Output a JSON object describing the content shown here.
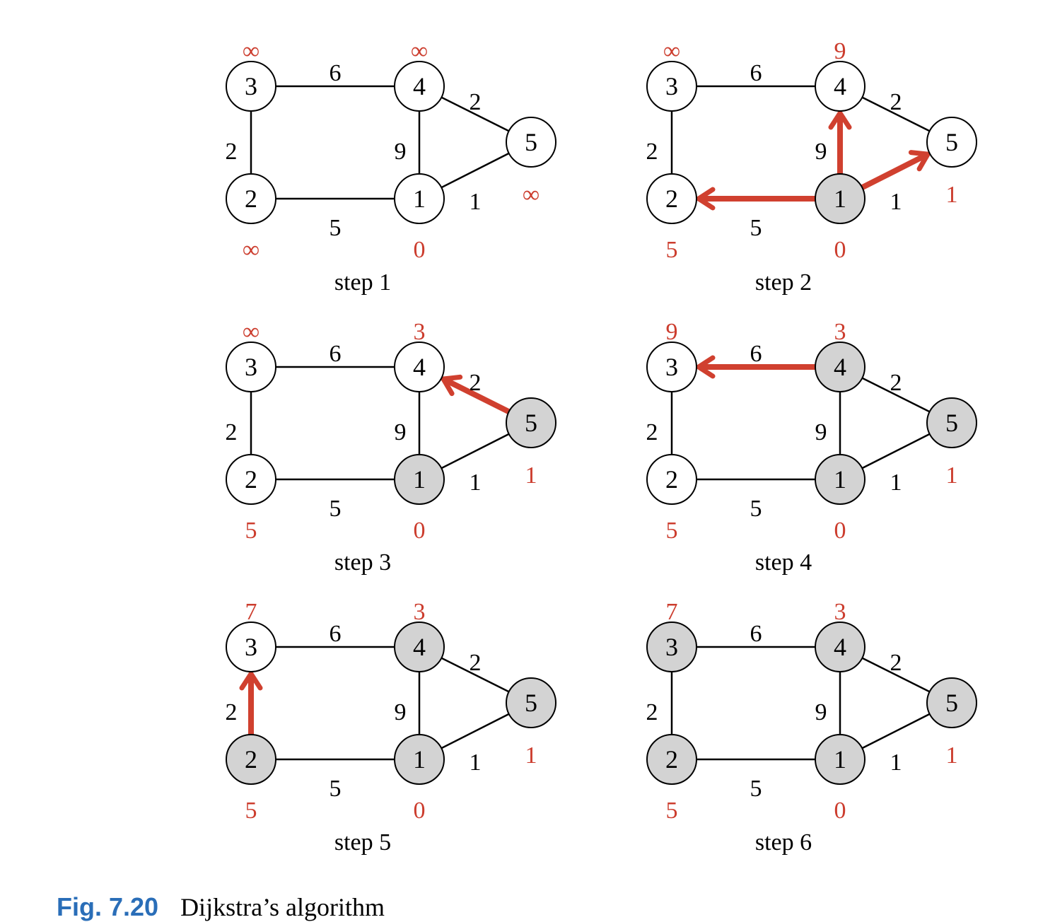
{
  "colors": {
    "visited_fill": "#d3d3d3",
    "unvisited_fill": "#ffffff",
    "accent_red": "#cc3d2e",
    "caption_blue": "#2a6eb8"
  },
  "graph": {
    "nodes": [
      "1",
      "2",
      "3",
      "4",
      "5"
    ],
    "edges": [
      {
        "from": "3",
        "to": "4",
        "weight": "6"
      },
      {
        "from": "3",
        "to": "2",
        "weight": "2"
      },
      {
        "from": "2",
        "to": "1",
        "weight": "5"
      },
      {
        "from": "4",
        "to": "1",
        "weight": "9"
      },
      {
        "from": "4",
        "to": "5",
        "weight": "2"
      },
      {
        "from": "1",
        "to": "5",
        "weight": "1"
      }
    ]
  },
  "steps": [
    {
      "caption": "step 1",
      "visited": [],
      "distances": {
        "1": "0",
        "2": "∞",
        "3": "∞",
        "4": "∞",
        "5": "∞"
      },
      "arrows": []
    },
    {
      "caption": "step 2",
      "visited": [
        "1"
      ],
      "distances": {
        "1": "0",
        "2": "5",
        "3": "∞",
        "4": "9",
        "5": "1"
      },
      "arrows": [
        {
          "from": "1",
          "to": "2"
        },
        {
          "from": "1",
          "to": "4"
        },
        {
          "from": "1",
          "to": "5"
        }
      ]
    },
    {
      "caption": "step 3",
      "visited": [
        "1",
        "5"
      ],
      "distances": {
        "1": "0",
        "2": "5",
        "3": "∞",
        "4": "3",
        "5": "1"
      },
      "arrows": [
        {
          "from": "5",
          "to": "4"
        }
      ]
    },
    {
      "caption": "step 4",
      "visited": [
        "1",
        "4",
        "5"
      ],
      "distances": {
        "1": "0",
        "2": "5",
        "3": "9",
        "4": "3",
        "5": "1"
      },
      "arrows": [
        {
          "from": "4",
          "to": "3"
        }
      ]
    },
    {
      "caption": "step 5",
      "visited": [
        "1",
        "2",
        "4",
        "5"
      ],
      "distances": {
        "1": "0",
        "2": "5",
        "3": "7",
        "4": "3",
        "5": "1"
      },
      "arrows": [
        {
          "from": "2",
          "to": "3"
        }
      ]
    },
    {
      "caption": "step 6",
      "visited": [
        "1",
        "2",
        "3",
        "4",
        "5"
      ],
      "distances": {
        "1": "0",
        "2": "5",
        "3": "7",
        "4": "3",
        "5": "1"
      },
      "arrows": []
    }
  ],
  "caption": {
    "figure_number": "Fig. 7.20",
    "title": "Dijkstra’s algorithm"
  }
}
